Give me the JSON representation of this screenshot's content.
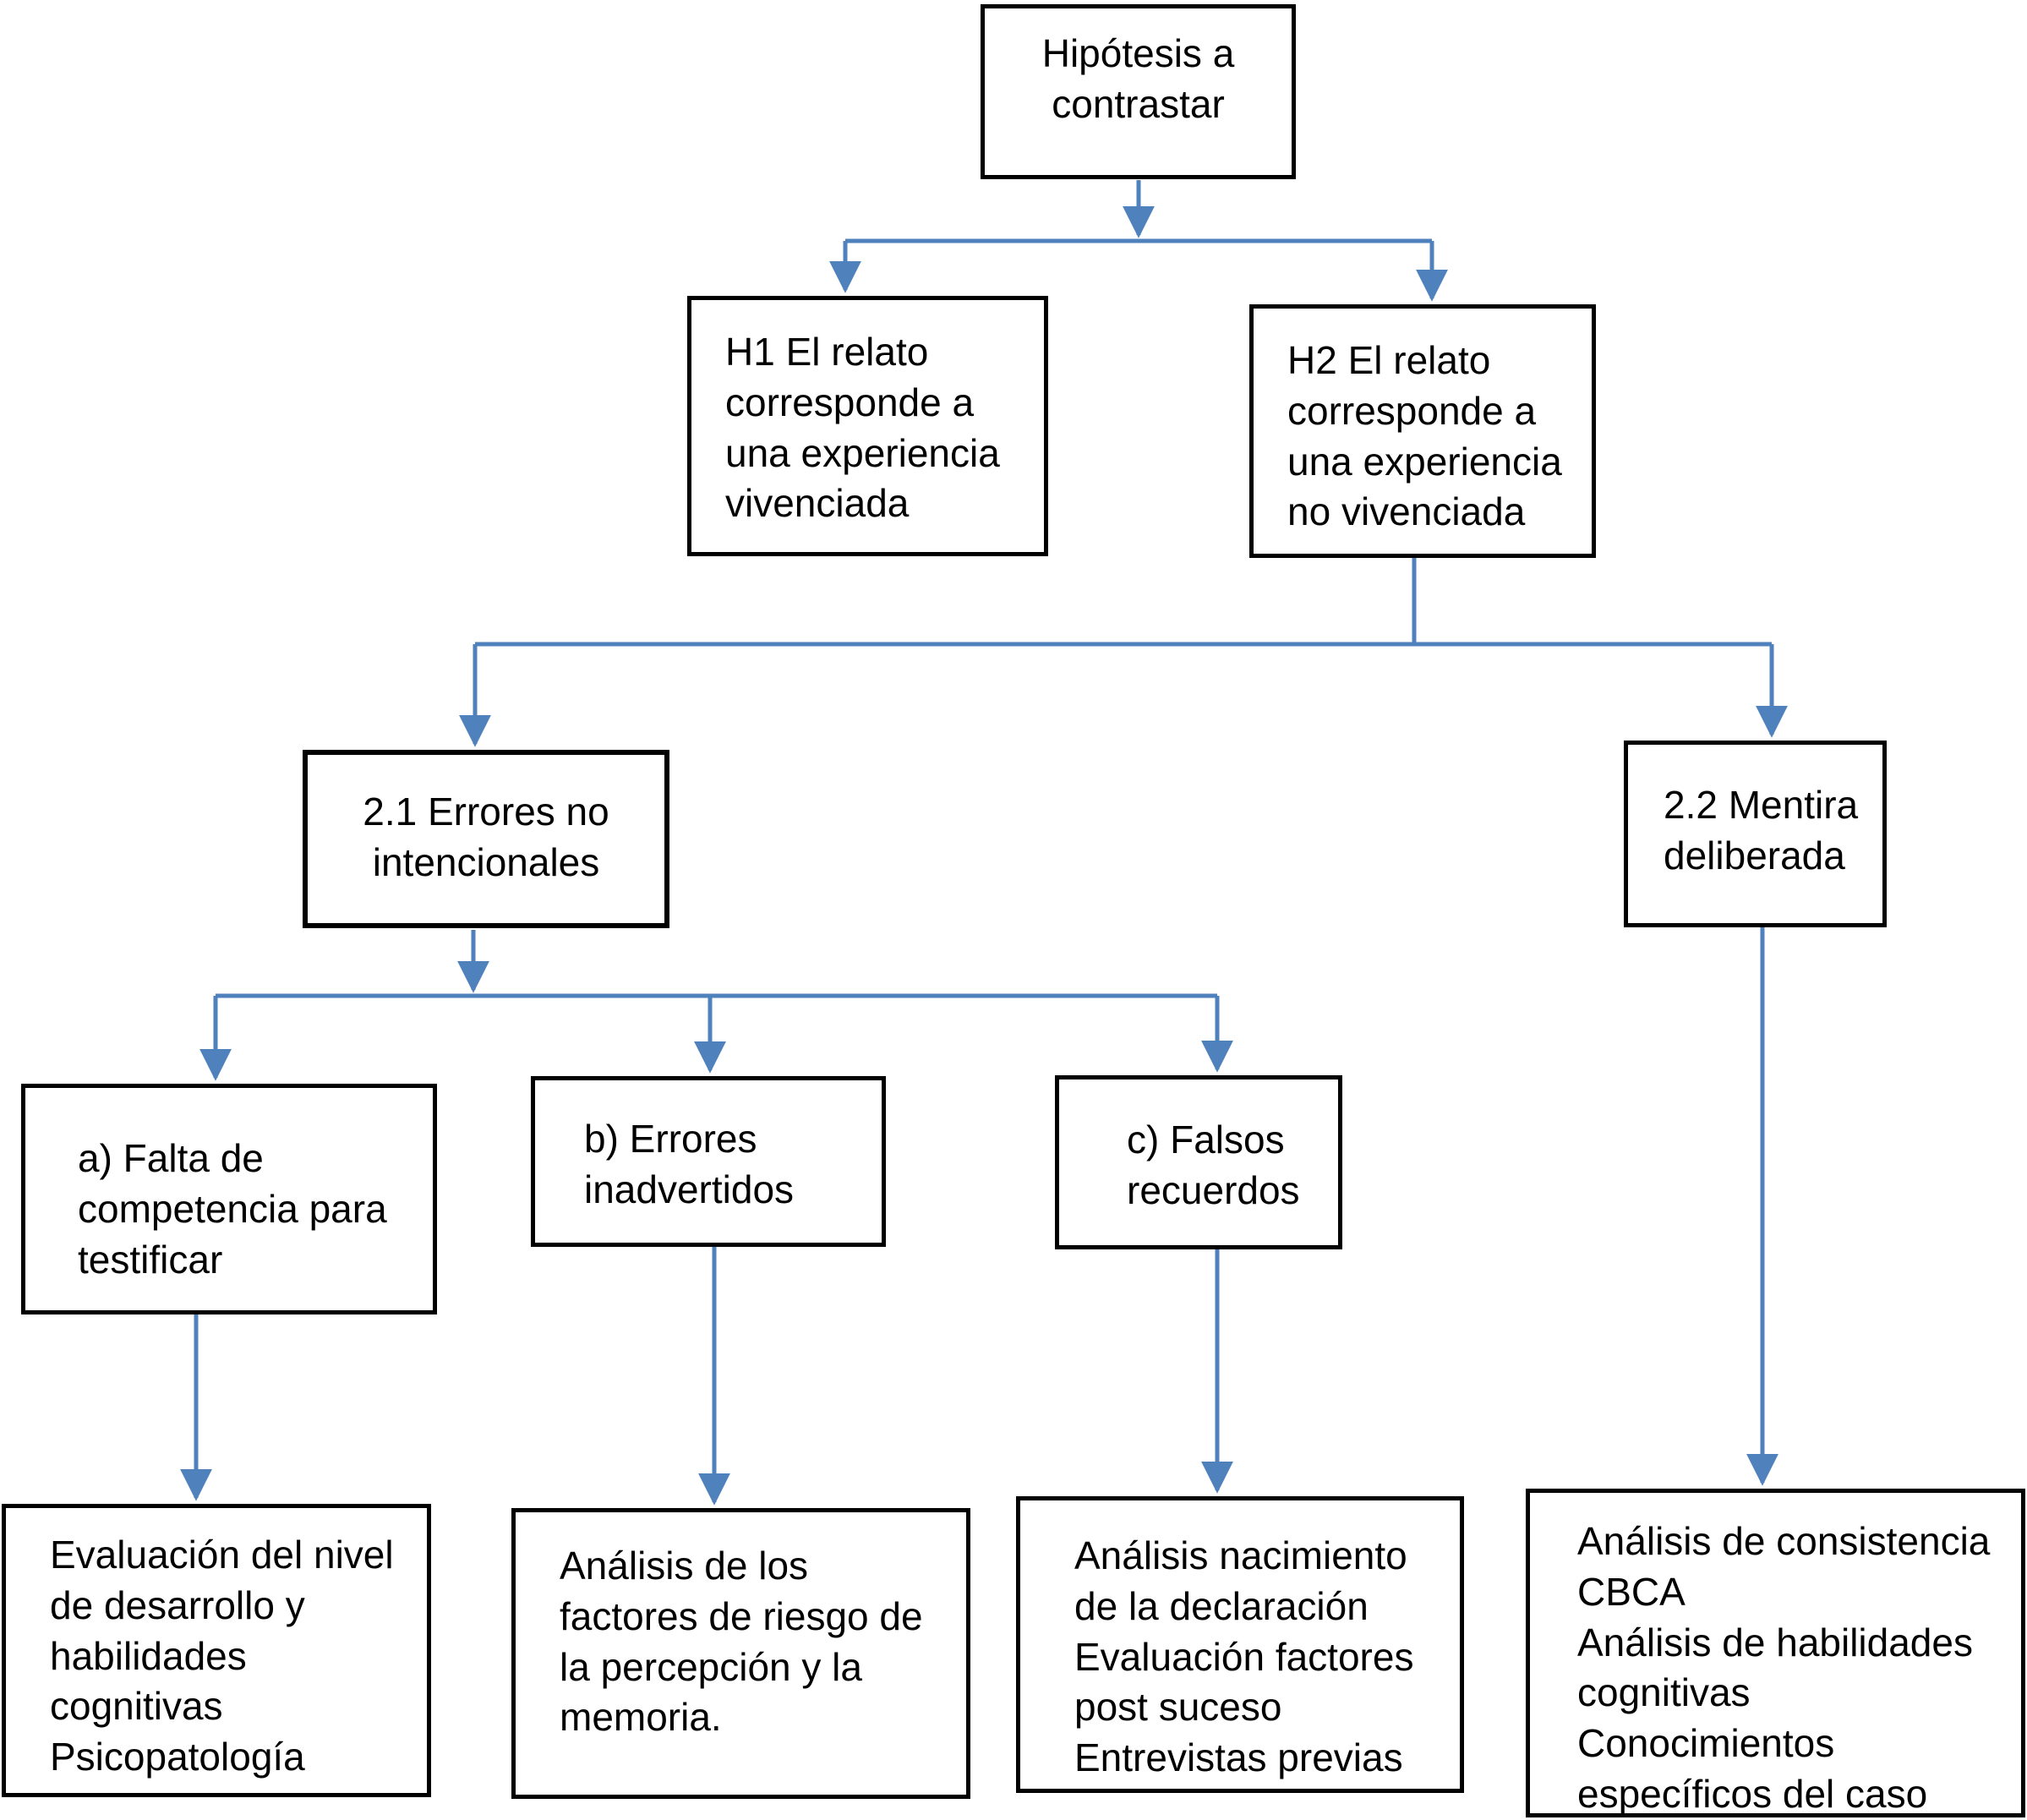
{
  "diagram": {
    "title": "Hipótesis a contrastar",
    "type": "flowchart",
    "language": "es"
  },
  "colors": {
    "connector": "#4f81bd",
    "box_border": "#000000",
    "box_background": "#ffffff",
    "text": "#000000"
  },
  "nodes": {
    "hipotesis": {
      "label": "Hipótesis a\ncontrastar"
    },
    "h1": {
      "label": "H1 El relato\ncorresponde a\nuna experiencia\nvivenciada"
    },
    "h2": {
      "label": "H2 El relato\ncorresponde a\nuna experiencia\nno vivenciada"
    },
    "errores_no_intencionales": {
      "label": "2.1 Errores no\nintencionales"
    },
    "mentira_deliberada": {
      "label": "2.2 Mentira\ndeliberada"
    },
    "falta_competencia": {
      "label": "a) Falta de\ncompetencia para\ntestificar"
    },
    "errores_inadvertidos": {
      "label": "b) Errores\ninadvertidos"
    },
    "falsos_recuerdos": {
      "label": "c) Falsos\nrecuerdos"
    },
    "evaluacion_desarrollo": {
      "label": "Evaluación del nivel\nde desarrollo y\nhabilidades\ncognitivas\nPsicopatología"
    },
    "analisis_factores": {
      "label": "Análisis de los\nfactores de riesgo de\nla percepción y la\nmemoria."
    },
    "analisis_nacimiento": {
      "label": "Análisis nacimiento\nde la declaración\nEvaluación factores\npost suceso\nEntrevistas previas"
    },
    "analisis_consistencia": {
      "label": "Análisis de consistencia\nCBCA\nAnálisis de habilidades\ncognitivas\nConocimientos\nespecíficos del caso"
    }
  },
  "edges": [
    {
      "from": "hipotesis",
      "to": "h1"
    },
    {
      "from": "hipotesis",
      "to": "h2"
    },
    {
      "from": "h2",
      "to": "errores_no_intencionales"
    },
    {
      "from": "h2",
      "to": "mentira_deliberada"
    },
    {
      "from": "errores_no_intencionales",
      "to": "falta_competencia"
    },
    {
      "from": "errores_no_intencionales",
      "to": "errores_inadvertidos"
    },
    {
      "from": "errores_no_intencionales",
      "to": "falsos_recuerdos"
    },
    {
      "from": "falta_competencia",
      "to": "evaluacion_desarrollo"
    },
    {
      "from": "errores_inadvertidos",
      "to": "analisis_factores"
    },
    {
      "from": "falsos_recuerdos",
      "to": "analisis_nacimiento"
    },
    {
      "from": "mentira_deliberada",
      "to": "analisis_consistencia"
    }
  ]
}
